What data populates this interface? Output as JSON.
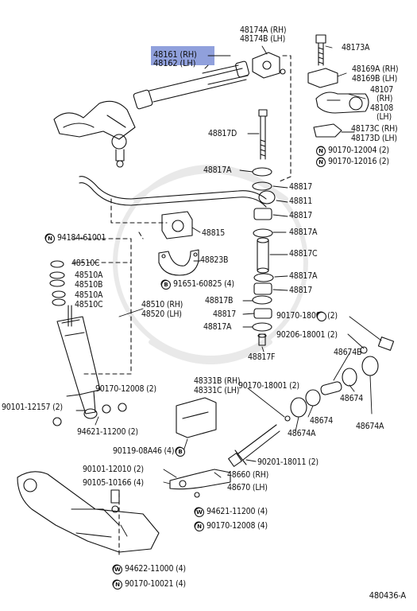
{
  "diagram_code": "480436-A",
  "highlight_color": "#7c8fd6",
  "icons": {
    "W": "washer-symbol",
    "N": "nut-symbol",
    "B": "bolt-symbol"
  },
  "labels": {
    "p48161": "48161 (RH)",
    "p48162": "48162 (LH)",
    "p48174a": "48174A (RH)",
    "p48174b": "48174B (LH)",
    "p48173a": "48173A",
    "p48169a": "48169A (RH)",
    "p48169b": "48169B (LH)",
    "p48107": "48107",
    "p48107_rh": "(RH)",
    "p48108": "48108",
    "p48108_lh": "(LH)",
    "p48817d": "48817D",
    "p48173c": "48173C (RH)",
    "p48173d": "48173D (LH)",
    "n90170_12004": "90170-12004 (2)",
    "n90170_12016": "90170-12016 (2)",
    "p48817a_1": "48817A",
    "p48817_1": "48817",
    "p48811": "48811",
    "p48817_2": "48817",
    "p48815": "48815",
    "p48817a_2": "48817A",
    "n94184": "94184-61001",
    "p48823b": "48823B",
    "p48817c": "48817C",
    "p48510c": "48510C",
    "p48510a_1": "48510A",
    "p48510b": "48510B",
    "p48510a_2": "48510A",
    "p48510c_2": "48510C",
    "b91651": "91651-60825 (4)",
    "p48817a_3": "48817A",
    "p48817_3": "48817",
    "p48510": "48510 (RH)",
    "p48520": "48520 (LH)",
    "p48817b": "48817B",
    "n90170_18001_a": "90170-18001 (2)",
    "p48817_4": "48817",
    "p48817a_4": "48817A",
    "n90206": "90206-18001 (2)",
    "p48817f": "48817F",
    "p48674b": "48674B",
    "n90170_12008_a": "90170-12008 (2)",
    "p48331b": "48331B (RH)",
    "p48331c": "48331C (LH)",
    "n90170_18001_b": "90170-18001 (2)",
    "p48674_1": "48674",
    "n90101_12157": "90101-12157 (2)",
    "p48674_2": "48674",
    "p48674a_1": "48674A",
    "p48674a_2": "48674A",
    "n94621_a": "94621-11200 (2)",
    "b90119": "90119-08A46 (4)",
    "n90201": "90201-18011 (2)",
    "p48660": "48660 (RH)",
    "p48670": "48670 (LH)",
    "n90101_12010": "90101-12010 (2)",
    "n90105": "90105-10166 (4)",
    "w94621_b": "94621-11200 (4)",
    "n90170_12008_b": "90170-12008 (4)",
    "w94622": "94622-11000 (4)",
    "n90170_10021": "90170-10021 (4)"
  }
}
